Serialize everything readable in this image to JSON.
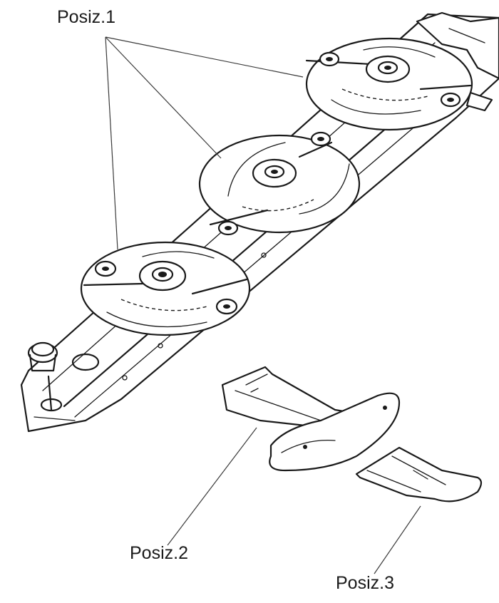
{
  "labels": {
    "posiz1": "Posiz.1",
    "posiz2": "Posiz.2",
    "posiz3": "Posiz.3"
  },
  "colors": {
    "ink": "#1a1a1a",
    "background": "#ffffff"
  }
}
